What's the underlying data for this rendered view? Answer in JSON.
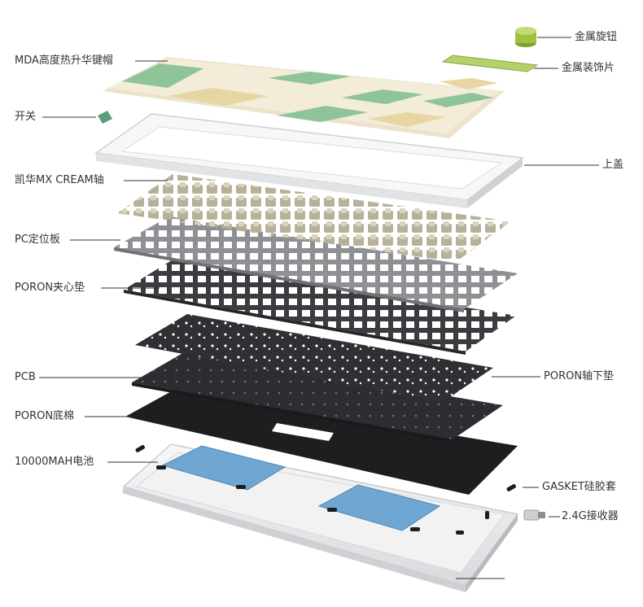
{
  "colors": {
    "background": "#ffffff",
    "label_text": "#333333",
    "leader_line": "#333333",
    "keycap_cream": "#f3ecd9",
    "keycap_green": "#8fc39a",
    "keycap_yellow": "#e7d6a3",
    "top_cover": "#f5f5f5",
    "switch_khaki": "#b3ad96",
    "plate_gray": "#8e9094",
    "poron_dark": "#3b3c3f",
    "pcb_dark": "#2c2d30",
    "bottom_foam": "#1e1e20",
    "battery_blue": "#6fa6d2",
    "case_white": "#e9eaec",
    "knob_green": "#9ec23f",
    "badge_green": "#b4d26c"
  },
  "components": {
    "keycaps": "MDA高度热升华键帽",
    "switch_toggle": "开关",
    "switches": "凯华MX CREAM轴",
    "pc_plate": "PC定位板",
    "poron_middle": "PORON夹心垫",
    "pcb": "PCB",
    "poron_bottom": "PORON底棉",
    "battery": "10000MAH电池",
    "metal_knob": "金属旋钮",
    "metal_badge": "金属装饰片",
    "top_cover": "上盖",
    "poron_switch_pad": "PORON轴下垫",
    "gasket": "GASKET硅胶套",
    "receiver": "2.4G接收器"
  }
}
